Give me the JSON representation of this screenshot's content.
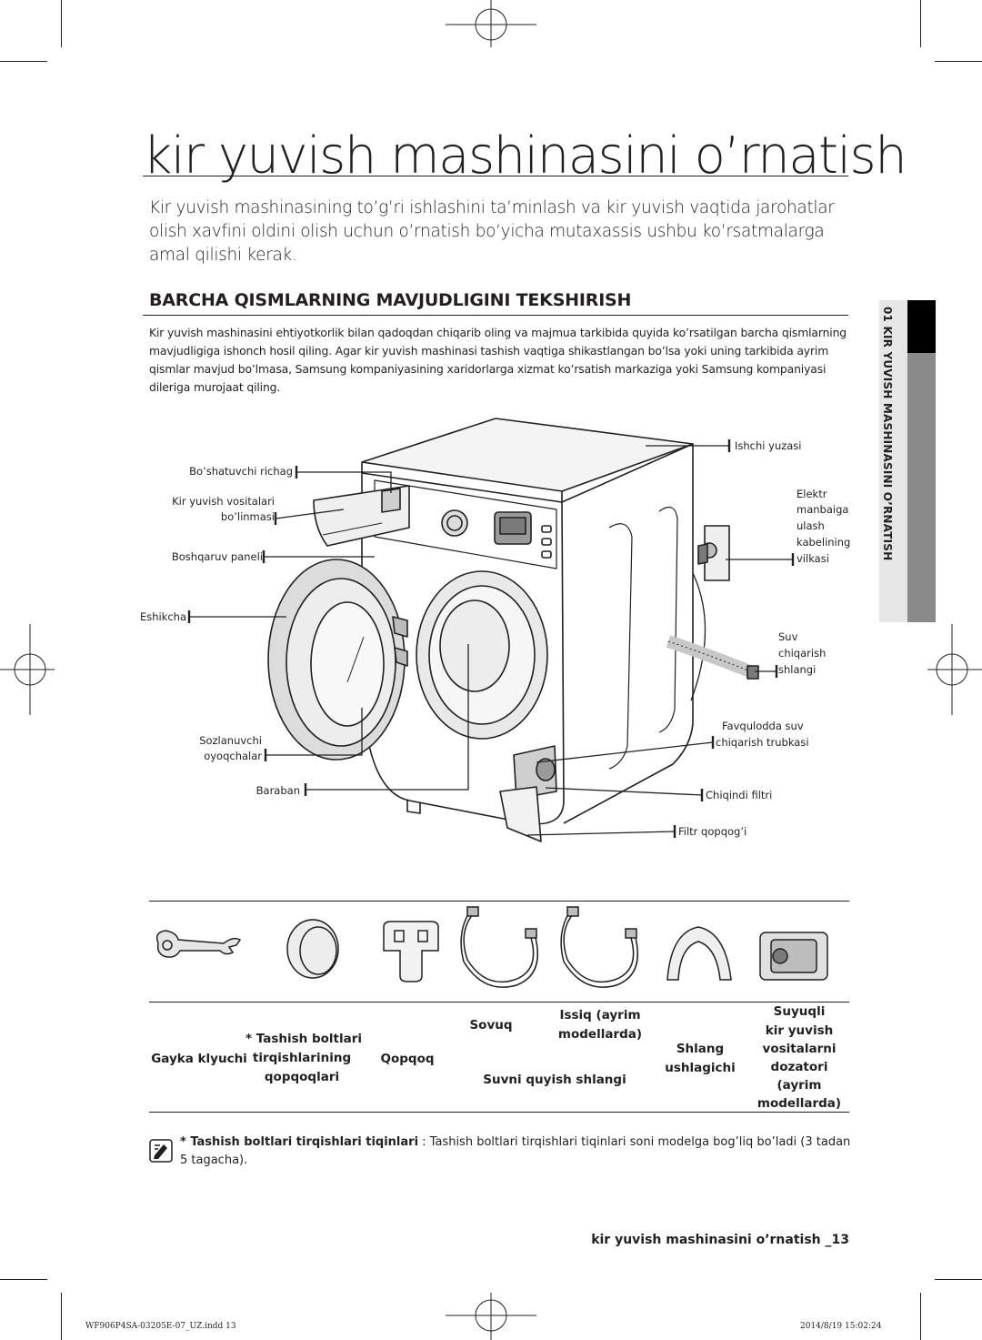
{
  "page": {
    "title": "kir yuvish mashinasini o’rnatish",
    "intro": "Kir yuvish mashinasining to’g’ri ishlashini ta’minlash va kir yuvish vaqtida jarohatlar olish xavfini oldini olish uchun o’rnatish bo’yicha mutaxassis ushbu ko’rsatmalarga amal qilishi kerak.",
    "section_heading": "BARCHA QISMLARNING MAVJUDLIGINI TEKSHIRISH",
    "section_text": "Kir yuvish mashinasini ehtiyotkorlik bilan qadoqdan chiqarib oling va majmua tarkibida quyida ko’rsatilgan barcha qismlarning mavjudligiga ishonch hosil qiling. Agar kir yuvish mashinasi tashish vaqtiga shikastlangan bo’lsa yoki uning tarkibida ayrim qismlar mavjud bo’lmasa, Samsung kompaniyasining xaridorlarga xizmat ko’rsatish markaziga yoki Samsung kompaniyasi dileriga murojaat qiling.",
    "side_tab": "01 KIR YUVISH MASHINASINI O’RNATISH",
    "footer": "kir yuvish mashinasini o’rnatish _13",
    "print_file": "WF906P4SA-03205E-07_UZ.indd   13",
    "print_date": "2014/8/19   15:02:24"
  },
  "diagram": {
    "left_labels": {
      "lever": "Bo’shatuvchi richag",
      "drawer_1": "Kir yuvish vositalari",
      "drawer_2": "bo’linmasi",
      "panel": "Boshqaruv paneli",
      "door": "Eshikcha",
      "feet_1": "Sozlanuvchi",
      "feet_2": "oyoqchalar",
      "drum": "Baraban"
    },
    "right_labels": {
      "worktop": "Ishchi yuzasi",
      "plug_1": "Elektr",
      "plug_2": "manbaiga",
      "plug_3": "ulash",
      "plug_4": "kabelining",
      "plug_5": "vilkasi",
      "drain_1": "Suv",
      "drain_2": "chiqarish",
      "drain_3": "shlangi",
      "emerg_1": "Favqulodda suv",
      "emerg_2": "chiqarish trubkasi",
      "filter": "Chiqindi filtri",
      "filter_cap": "Filtr qopqog’i"
    }
  },
  "accessories": {
    "spanner": "Gayka klyuchi",
    "caps_1": "* Tashish boltlari",
    "caps_2": "tirqishlarining",
    "caps_3": "qopqoqlari",
    "cover": "Qopqoq",
    "cold": "Sovuq",
    "hot_1": "Issiq (ayrim",
    "hot_2": "modellarda)",
    "hoses": "Suvni quyish shlangi",
    "holder_1": "Shlang",
    "holder_2": "ushlagichi",
    "liquid_1": "Suyuqli",
    "liquid_2": "kir yuvish",
    "liquid_3": "vositalarni",
    "liquid_4": "dozatori",
    "liquid_5": "(ayrim",
    "liquid_6": "modellarda)"
  },
  "note": {
    "bold": "* Tashish boltlari tirqishlari tiqinlari",
    "text": " : Tashish boltlari tirqishlari tiqinlari soni modelga bog’liq bo’ladi (3 tadan 5 tagacha)."
  },
  "colors": {
    "text": "#231f20",
    "tab_black": "#000000",
    "tab_grey": "#8a8a8a",
    "tab_light": "#e6e6e6"
  }
}
